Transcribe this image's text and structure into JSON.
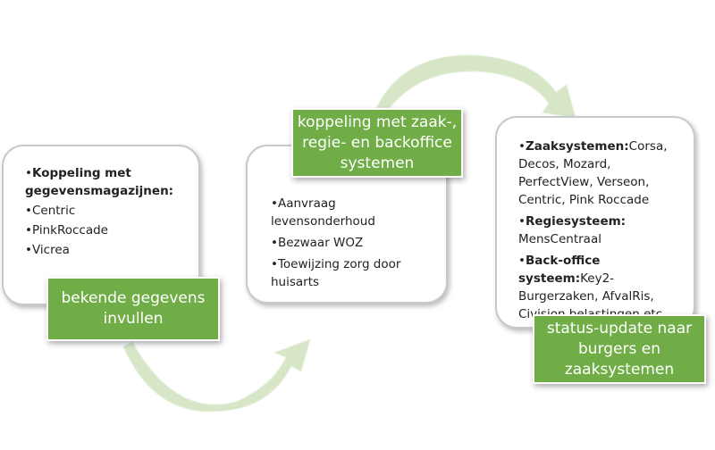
{
  "colors": {
    "accent": "#70ad47",
    "arrow": "#d6e6c7",
    "card_border": "#c9c9c9"
  },
  "steps": [
    {
      "label": "bekende gegevens invullen",
      "items": [
        {
          "bold": "Koppeling met gegevensmagazijnen:",
          "text": ""
        },
        {
          "bold": "",
          "text": "Centric"
        },
        {
          "bold": "",
          "text": "PinkRoccade"
        },
        {
          "bold": "",
          "text": "Vicrea"
        }
      ]
    },
    {
      "label": "koppeling met zaak-, regie- en backoffice systemen",
      "items": [
        {
          "bold": "",
          "text": "Aanvraag levensonderhoud"
        },
        {
          "bold": "",
          "text": "Bezwaar WOZ"
        },
        {
          "bold": "",
          "text": "Toewijzing zorg door huisarts"
        }
      ]
    },
    {
      "label": "status-update naar burgers en zaaksystemen",
      "items": [
        {
          "bold": "Zaaksystemen:",
          "text": "Corsa, Decos, Mozard, PerfectView, Verseon, Centric, Pink Roccade"
        },
        {
          "bold": "Regiesysteem:",
          "text": " MensCentraal"
        },
        {
          "bold": "Back-office systeem:",
          "text": "Key2-Burgerzaken, AfvalRis, Civision belastingen etc"
        }
      ]
    }
  ]
}
